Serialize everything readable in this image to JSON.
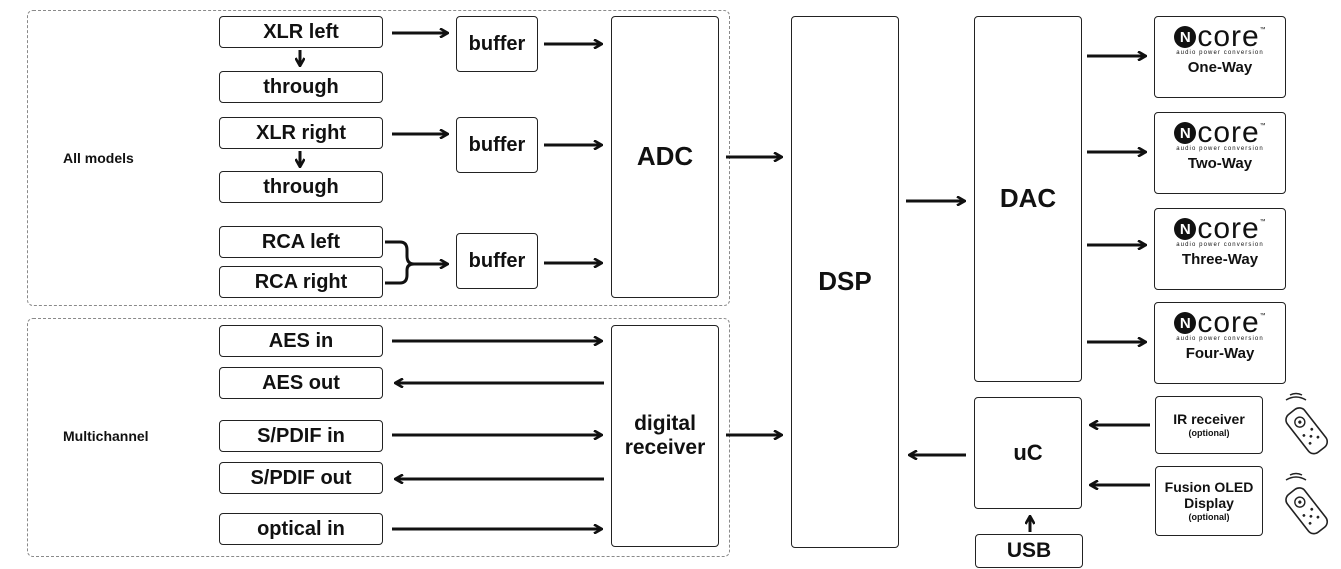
{
  "groups": {
    "all_models": "All models",
    "multichannel": "Multichannel"
  },
  "inputs": {
    "xlr_left": "XLR left",
    "through_1": "through",
    "xlr_right": "XLR right",
    "through_2": "through",
    "rca_left": "RCA left",
    "rca_right": "RCA right",
    "aes_in": "AES in",
    "aes_out": "AES out",
    "spdif_in": "S/PDIF in",
    "spdif_out": "S/PDIF out",
    "optical_in": "optical in"
  },
  "blocks": {
    "buffer_1": "buffer",
    "buffer_2": "buffer",
    "buffer_3": "buffer",
    "adc": "ADC",
    "digital_receiver": "digital receiver",
    "dsp": "DSP",
    "dac": "DAC",
    "uc": "uC",
    "usb": "USB"
  },
  "amplifiers": {
    "brand": "core",
    "badge": "N",
    "trademark": "™",
    "tagline": "audio power conversion",
    "variants": [
      "One-Way",
      "Two-Way",
      "Three-Way",
      "Four-Way"
    ]
  },
  "controls": {
    "ir_receiver": "IR receiver",
    "ir_optional": "(optional)",
    "fusion_line1": "Fusion OLED",
    "fusion_line2": "Display",
    "fusion_optional": "(optional)"
  },
  "icons": {
    "remote": "remote-control-icon"
  }
}
